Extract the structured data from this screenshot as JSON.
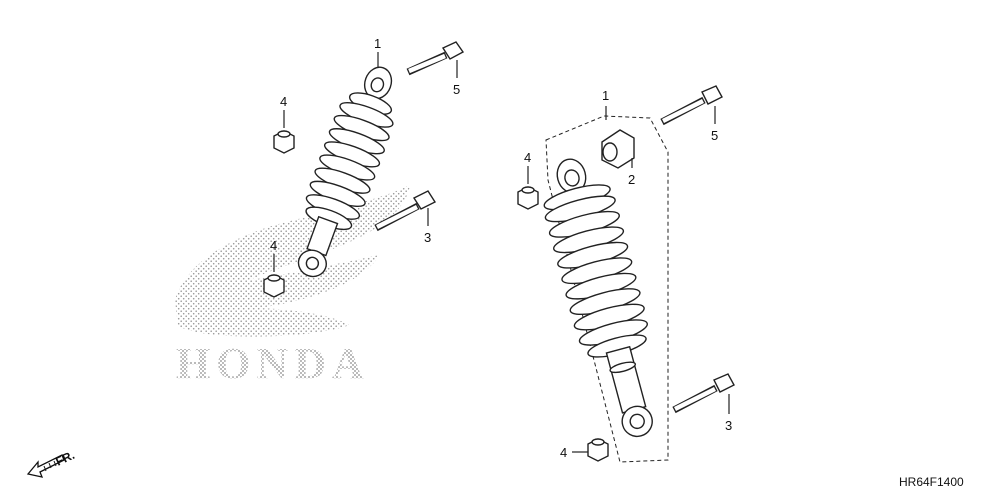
{
  "diagram": {
    "drawing_code": "HR64F1400",
    "direction_label": "FR.",
    "watermark_text": "HONDA",
    "callouts": {
      "left_shock_top": "1",
      "left_bolt_top": "5",
      "left_nut_upper": "4",
      "left_bolt_lower": "3",
      "left_nut_lower": "4",
      "right_assembly": "1",
      "right_bushing": "2",
      "right_bolt_top": "5",
      "right_nut_upper": "4",
      "right_bolt_lower": "3",
      "right_nut_lower": "4"
    }
  }
}
